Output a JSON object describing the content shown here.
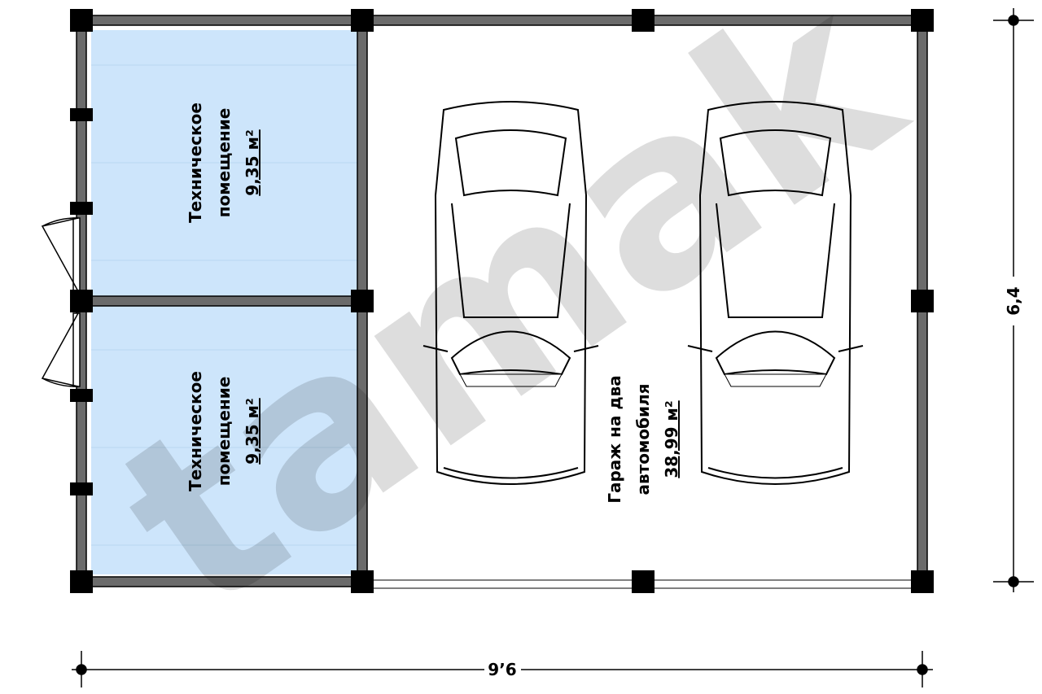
{
  "rooms": [
    {
      "name_line1": "Техническое",
      "name_line2": "помещение",
      "area": "9,35 м²"
    },
    {
      "name_line1": "Техническое",
      "name_line2": "помещение",
      "area": "9,35 м²"
    },
    {
      "name_line1": "Гараж на два",
      "name_line2": "автомобиля",
      "area": "38,99 м²"
    }
  ],
  "dimensions": {
    "width": "9’6",
    "height": "6,4"
  },
  "watermark": "tamak",
  "colors": {
    "room_fill": "#cde5fb",
    "wall": "#6b6b6b",
    "post": "#000000"
  }
}
